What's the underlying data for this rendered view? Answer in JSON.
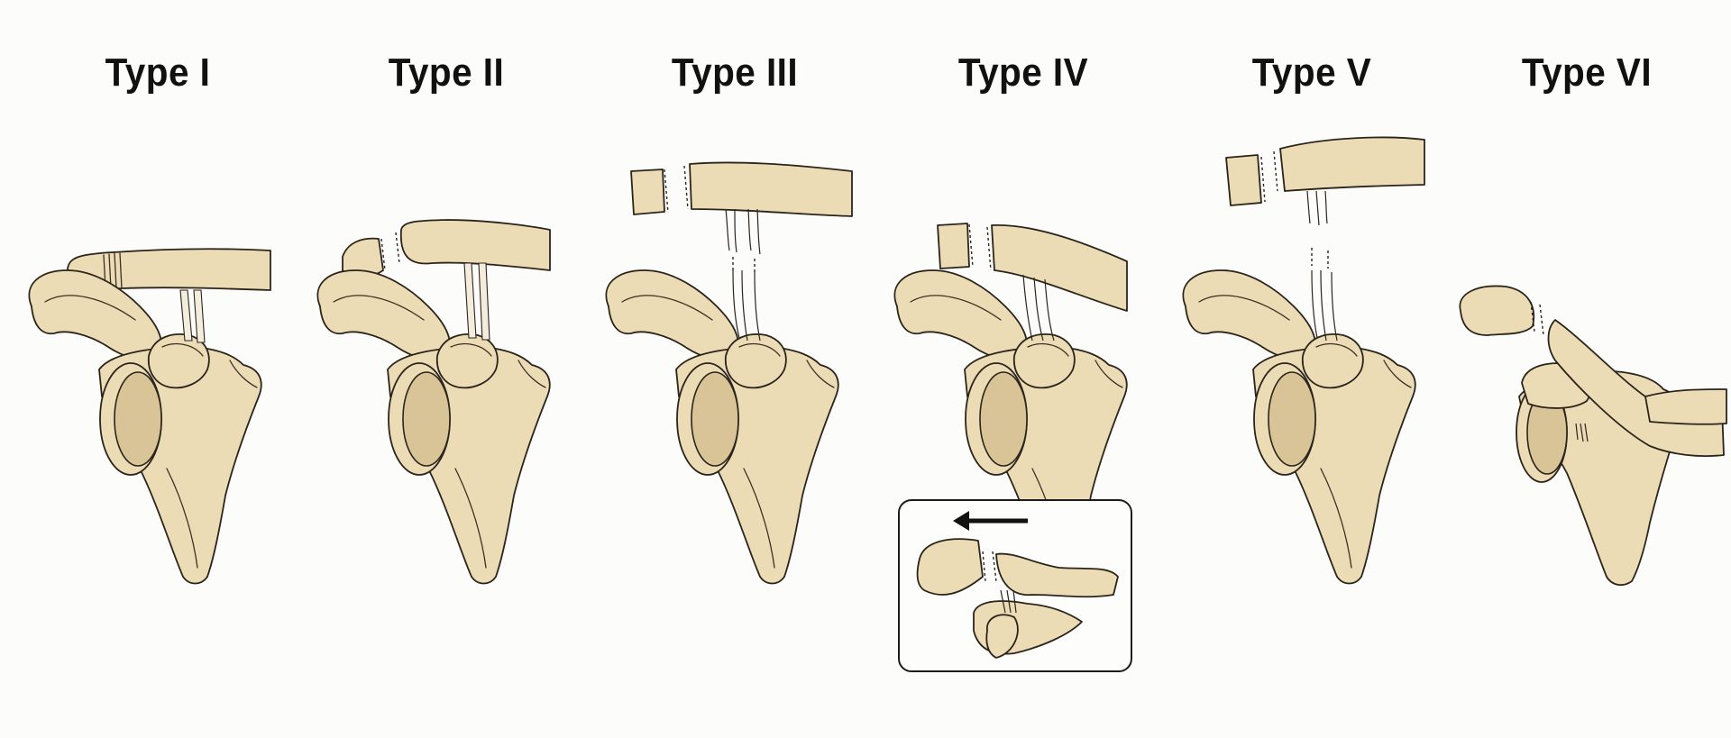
{
  "panels": [
    {
      "title": "Type I"
    },
    {
      "title": "Type II"
    },
    {
      "title": "Type III"
    },
    {
      "title": "Type IV"
    },
    {
      "title": "Type V"
    },
    {
      "title": "Type VI"
    }
  ],
  "colors": {
    "bone": "#ecdcb6",
    "outline": "#2b241b",
    "background": "#fcfcfb"
  }
}
